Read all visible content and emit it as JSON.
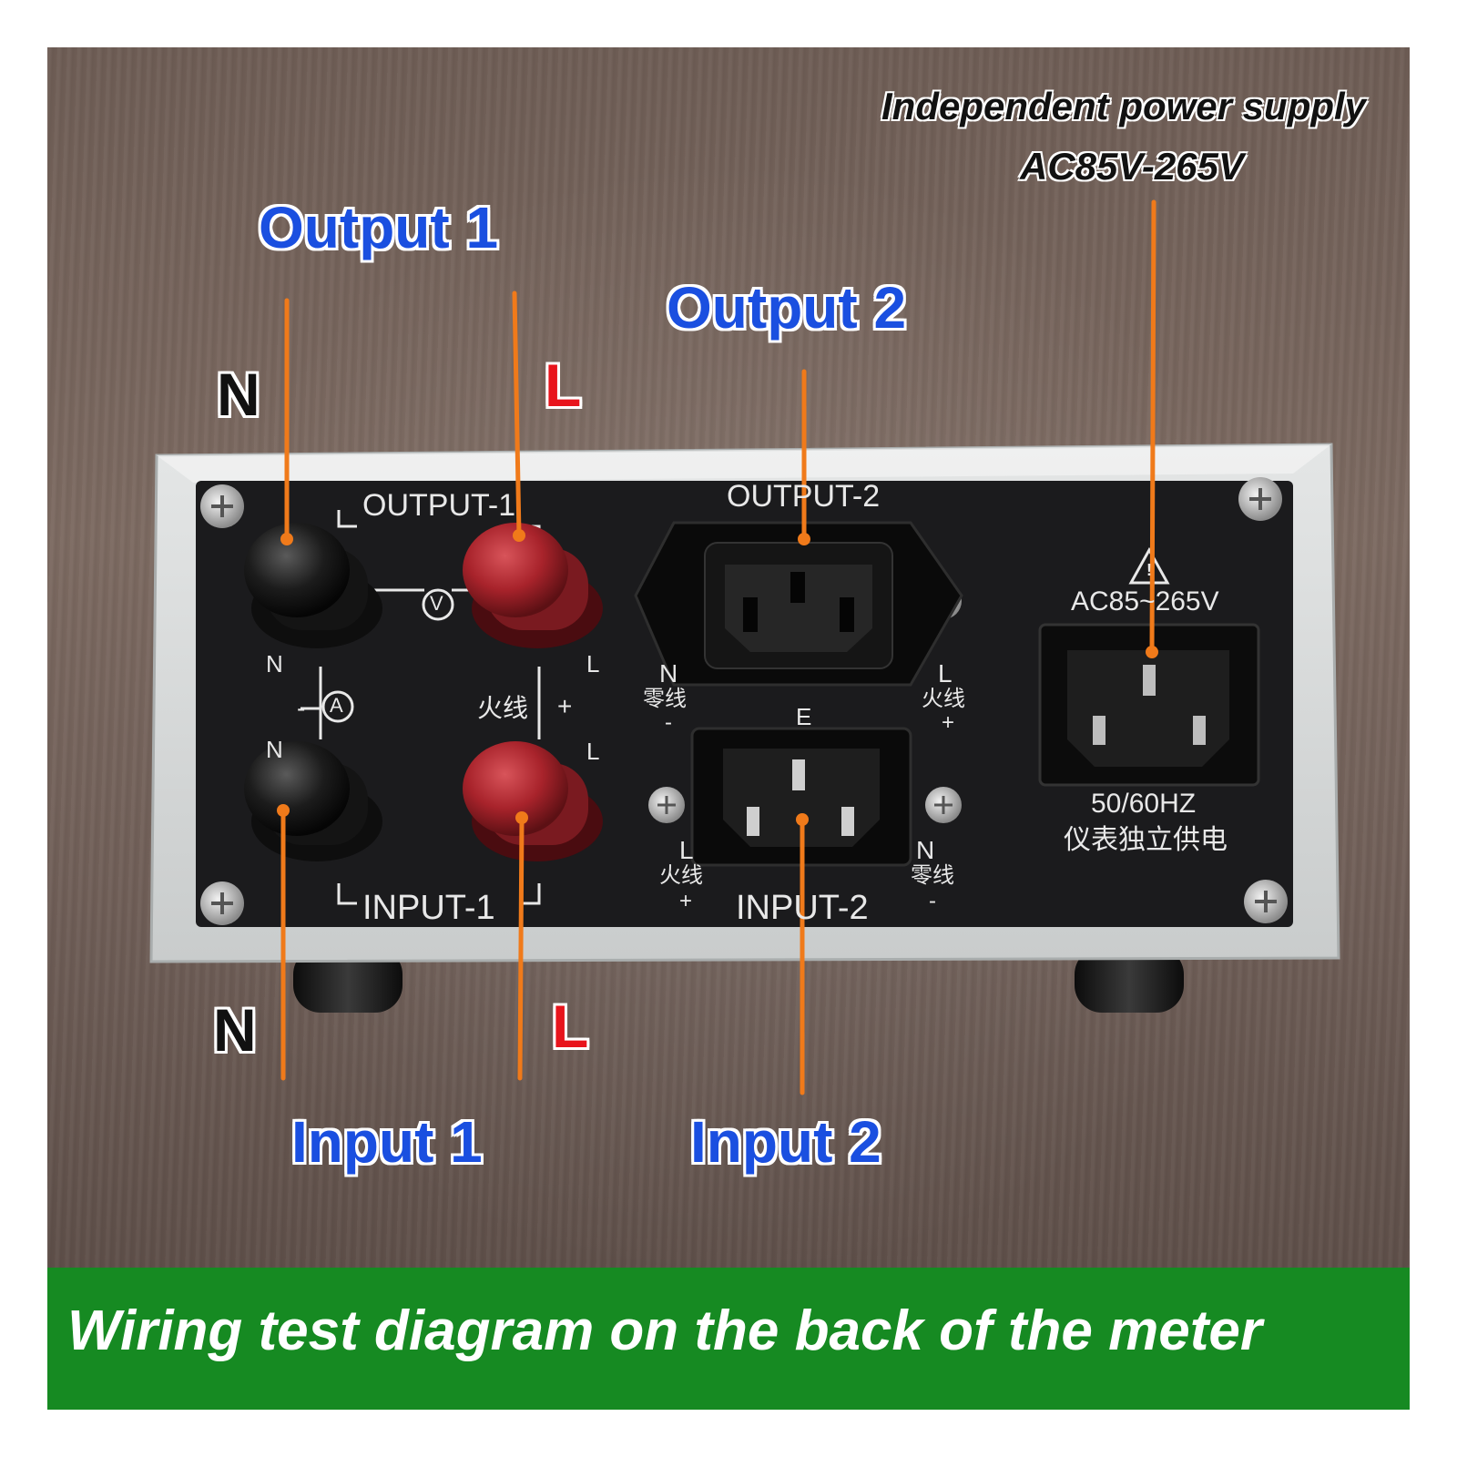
{
  "callouts": {
    "output1": "Output 1",
    "output2": "Output 2",
    "input1": "Input 1",
    "input2": "Input 2",
    "n_top": "N",
    "l_top": "L",
    "n_bottom": "N",
    "l_bottom": "L",
    "psu_line1": "Independent power supply",
    "psu_line2": "AC85V-265V"
  },
  "panel": {
    "output1_label": "OUTPUT-1",
    "output2_label": "OUTPUT-2",
    "input1_label": "INPUT-1",
    "input2_label": "INPUT-2",
    "voltmeter_symbol": "V",
    "ammeter_symbol": "A",
    "n": "N",
    "l": "L",
    "minus": "-",
    "plus": "+",
    "live_wire_cn": "火线",
    "neutral_wire_cn": "零线",
    "earth": "E",
    "warning_symbol": "!",
    "power_rating": "AC85~265V",
    "frequency": "50/60HZ",
    "independent_supply_cn": "仪表独立供电"
  },
  "banner": {
    "caption": "Wiring test diagram on the back of the meter"
  },
  "colors": {
    "callout_blue": "#1a4fe0",
    "leader_orange": "#f07a1a",
    "live_red": "#e8141c",
    "banner_green": "#168a22",
    "red_terminal": "#a8232b",
    "black_terminal": "#1c1c1c"
  }
}
